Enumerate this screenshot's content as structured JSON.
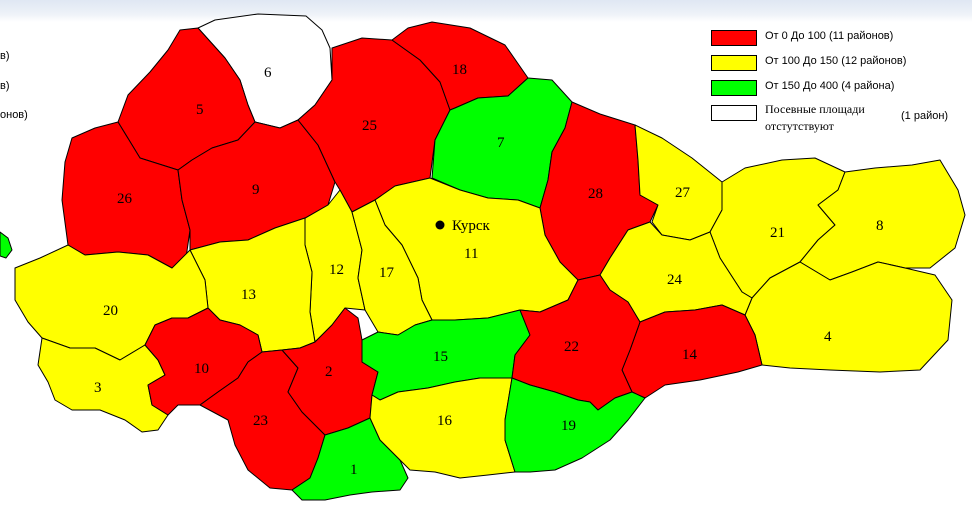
{
  "colors": {
    "low": "#ff0000",
    "mid": "#ffff00",
    "high": "#00ff00",
    "none": "#ffffff",
    "border": "#000000"
  },
  "legend": {
    "items": [
      {
        "key": "low",
        "label": "От 0 До 100 (11 районов)"
      },
      {
        "key": "mid",
        "label": "От 100 До 150 (12 районов)"
      },
      {
        "key": "high",
        "label": "От 150 До 400 (4 района)"
      },
      {
        "key": "none",
        "label": "Посевные площади отстутствуют",
        "count": "(1 район)"
      }
    ]
  },
  "left_fragments": [
    "в)",
    "в)",
    "онов)"
  ],
  "city": {
    "name": "Курск"
  },
  "districts": [
    {
      "id": "1",
      "cat": "high"
    },
    {
      "id": "2",
      "cat": "low"
    },
    {
      "id": "3",
      "cat": "mid"
    },
    {
      "id": "4",
      "cat": "mid"
    },
    {
      "id": "5",
      "cat": "low"
    },
    {
      "id": "6",
      "cat": "none"
    },
    {
      "id": "7",
      "cat": "high"
    },
    {
      "id": "8",
      "cat": "mid"
    },
    {
      "id": "9",
      "cat": "low"
    },
    {
      "id": "10",
      "cat": "low"
    },
    {
      "id": "11",
      "cat": "mid"
    },
    {
      "id": "12",
      "cat": "mid"
    },
    {
      "id": "13",
      "cat": "mid"
    },
    {
      "id": "14",
      "cat": "low"
    },
    {
      "id": "15",
      "cat": "high"
    },
    {
      "id": "16",
      "cat": "mid"
    },
    {
      "id": "17",
      "cat": "mid"
    },
    {
      "id": "18",
      "cat": "low"
    },
    {
      "id": "19",
      "cat": "high"
    },
    {
      "id": "20",
      "cat": "mid"
    },
    {
      "id": "21",
      "cat": "mid"
    },
    {
      "id": "22",
      "cat": "low"
    },
    {
      "id": "23",
      "cat": "low"
    },
    {
      "id": "24",
      "cat": "mid"
    },
    {
      "id": "25",
      "cat": "low"
    },
    {
      "id": "26",
      "cat": "low"
    },
    {
      "id": "27",
      "cat": "mid"
    },
    {
      "id": "28",
      "cat": "low"
    }
  ]
}
